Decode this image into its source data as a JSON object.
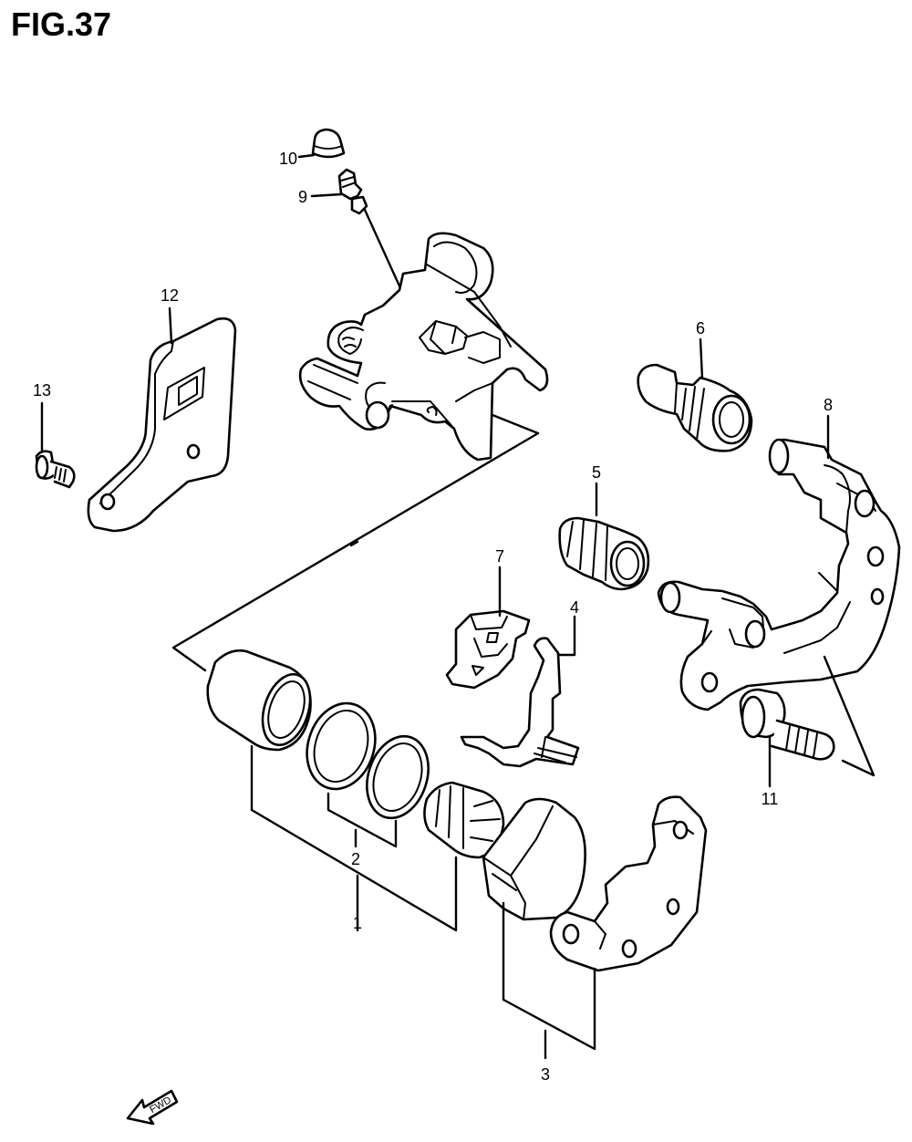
{
  "figure": {
    "title": "FIG.37"
  },
  "callouts": [
    {
      "num": "1"
    },
    {
      "num": "2"
    },
    {
      "num": "3"
    },
    {
      "num": "4"
    },
    {
      "num": "5"
    },
    {
      "num": "6"
    },
    {
      "num": "7"
    },
    {
      "num": "8"
    },
    {
      "num": "9"
    },
    {
      "num": "10"
    },
    {
      "num": "11"
    },
    {
      "num": "12"
    },
    {
      "num": "13"
    }
  ],
  "direction_arrow": {
    "label": "FWD"
  }
}
